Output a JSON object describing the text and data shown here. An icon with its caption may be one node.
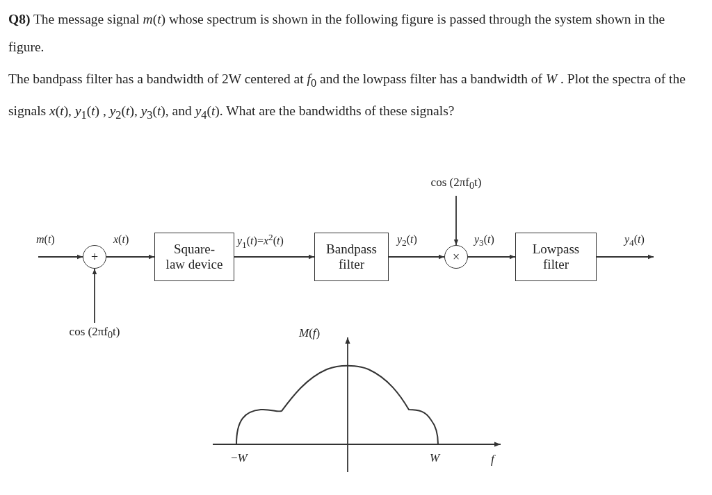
{
  "diagram": {
    "nodes": [
      {
        "text": [
          "+"
        ]
      },
      {
        "text": [
          "cos (2πf$_{0}$t)"
        ]
      },
      {
        "text": [
          "Square-law device"
        ]
      },
      {
        "text": [
          "Bandpass filter"
        ]
      },
      {
        "text": [
          "×"
        ]
      },
      {
        "text": [
          "cos (2πf$_{0}$t)"
        ]
      },
      {
        "text": [
          "Lowpass filter"
        ]
      }
    ],
    "edges": [
      {
        "from": null,
        "to": 0,
        "arrow": "to",
        "label": "*m*(*t*)"
      },
      {
        "from": 1,
        "to": 0,
        "arrow": "to"
      },
      {
        "from": 0,
        "to": 2,
        "arrow": "to",
        "label": "*x*(*t*)"
      },
      {
        "from": 2,
        "to": 3,
        "arrow": "to",
        "label": "*y*$_{1}$(*t*)=*x*$^{2}$(*t*)"
      },
      {
        "from": 3,
        "to": 4,
        "arrow": "to",
        "label": "*y*$_{2}$(*t*)"
      },
      {
        "from": 5,
        "to": 4,
        "arrow": "to"
      },
      {
        "from": 4,
        "to": 6,
        "arrow": "to",
        "label": "*y*$_{3}$(*t*)"
      },
      {
        "from": 6,
        "to": null,
        "arrow": "to",
        "label": "*y*$_{4}$(*t*)"
      }
    ],
    "labels": [
      "**Q8)** The message signal *m*(*t*) whose spectrum is shown in the following figure is passed through the system shown in the figure.",
      "The bandpass filter has a bandwidth of 2W centered at *f*$_{0}$ and the lowpass filter has a bandwidth of *W* . Plot the spectra of the signals *x*(*t*), *y*$_{1}$(*t*) , *y*$_{2}$(*t*), *y*$_{3}$(*t*), and *y*$_{4}$(*t*). What are the bandwidths of these signals?",
      "*M*(*f*)",
      "−*W*",
      "*W*",
      "*f*"
    ]
  }
}
